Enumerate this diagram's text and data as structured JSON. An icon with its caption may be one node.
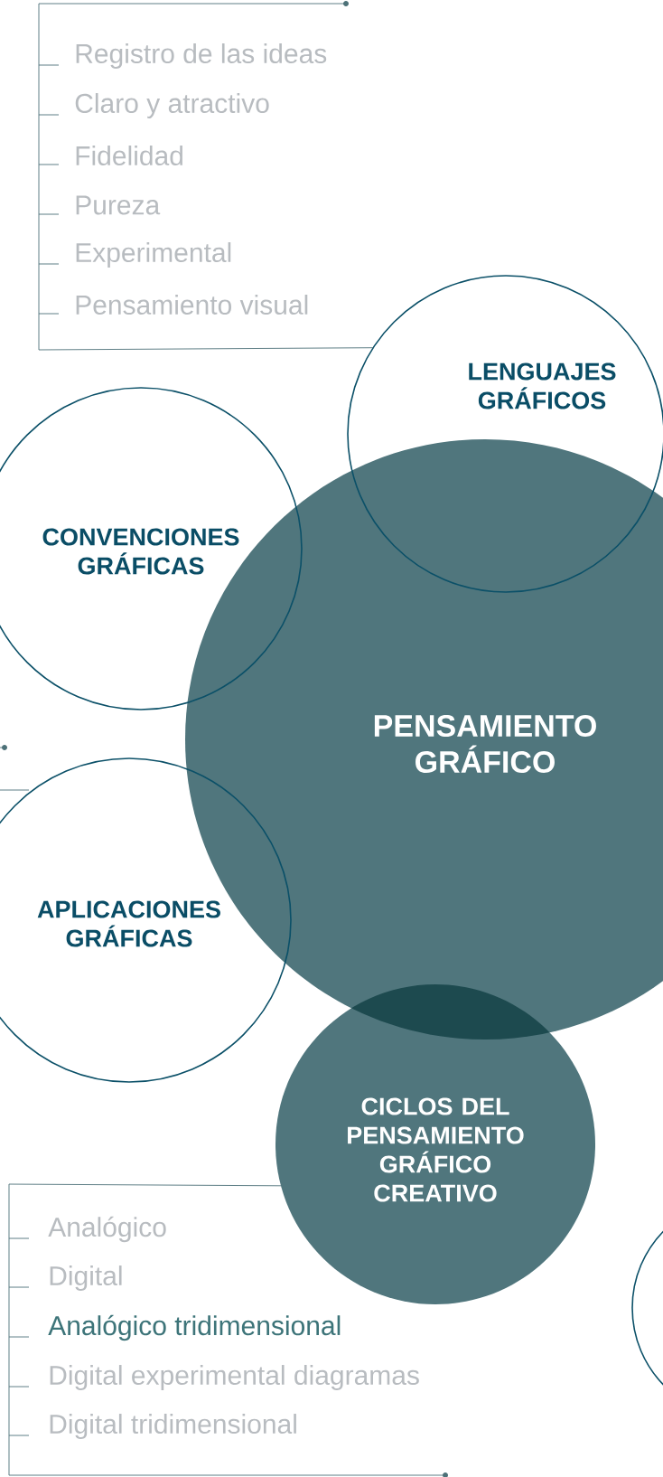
{
  "diagram": {
    "nodes": [
      {
        "text": [
          "Registro de las ideas",
          "Claro y atractivo",
          "Fidelidad",
          "Pureza",
          "Experimental",
          "Pensamiento visual"
        ]
      },
      {
        "text": [
          "LENGUAJES GRÁFICOS"
        ]
      },
      {
        "text": [
          "CONVENCIONES GRÁFICAS"
        ]
      },
      {
        "text": [
          "PENSAMIENTO GRÁFICO"
        ]
      },
      {
        "text": [
          "APLICACIONES GRÁFICAS"
        ]
      },
      {
        "text": [
          "CICLOS DEL PENSAMIENTO GRÁFICO CREATIVO"
        ]
      },
      {
        "text": [
          "Analógico",
          "Digital",
          "Analógico tridimensional",
          "Digital experimental diagramas",
          "Digital tridimensional"
        ]
      },
      {
        "text": [],
        "shape": "circle"
      }
    ],
    "edges": [
      {
        "from": 0,
        "to": 1,
        "arrow": "none"
      },
      {
        "from": 6,
        "to": 5,
        "arrow": "none"
      }
    ]
  }
}
